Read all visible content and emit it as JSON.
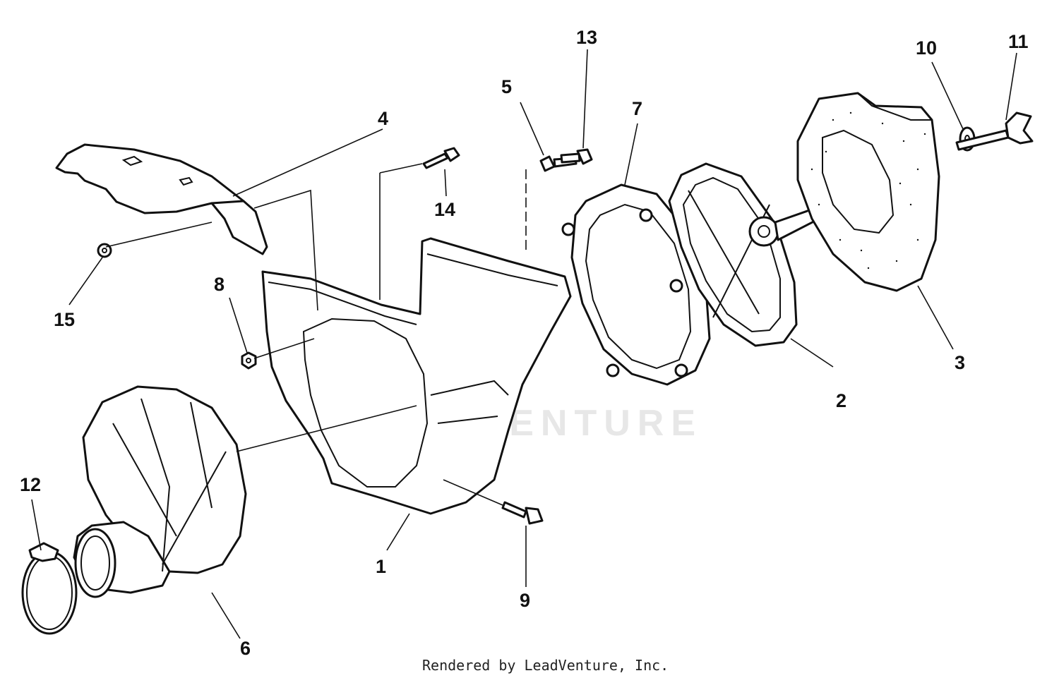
{
  "diagram": {
    "watermark_text": "LEADVENTURE",
    "credit": "Rendered by LeadVenture, Inc.",
    "callouts": [
      "1",
      "2",
      "3",
      "4",
      "5",
      "6",
      "7",
      "8",
      "9",
      "10",
      "11",
      "12",
      "13",
      "14",
      "15"
    ]
  },
  "colors": {
    "line": "#111111",
    "background": "#ffffff",
    "watermark": "#e7e7e7"
  }
}
